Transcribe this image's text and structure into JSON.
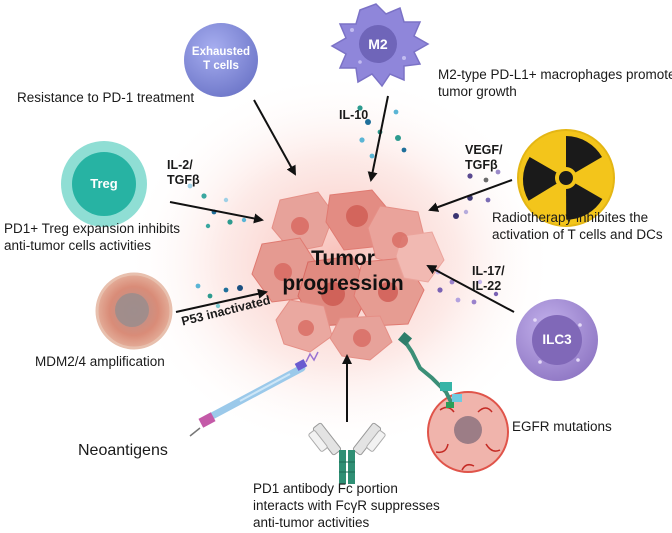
{
  "center": {
    "title_line1": "Tumor",
    "title_line2": "progression"
  },
  "cells": {
    "exhausted_t_line1": "Exhausted",
    "exhausted_t_line2": "T cells",
    "m2": "M2",
    "treg": "Treg",
    "ilc3": "ILC3"
  },
  "molecules": {
    "il10": "IL-10",
    "il2_line1": "IL-2/",
    "il2_line2": "TGFβ",
    "vegf_line1": "VEGF/",
    "vegf_line2": "TGFβ",
    "il17_line1": "IL-17/",
    "il17_line2": "IL-22",
    "p53": "P53 inactivated"
  },
  "captions": {
    "resistance": "Resistance to PD-1 treatment",
    "m2_line1": "M2-type PD-L1+ macrophages promote",
    "m2_line2": "tumor growth",
    "treg_line1": "PD1+ Treg expansion inhibits",
    "treg_line2": "anti-tumor cells activities",
    "radio_line1": "Radiotherapy inhibites the",
    "radio_line2": "activation of T cells and DCs",
    "mdm2": "MDM2/4 amplification",
    "neoantigens": "Neoantigens",
    "egfr": "EGFR mutations",
    "pd1_line1": "PD1 antibody Fc portion",
    "pd1_line2": "interacts with FcγR suppresses",
    "pd1_line3": "anti-tumor activities"
  },
  "colors": {
    "tumor": "#e9938a",
    "tumor_dark": "#d86a62",
    "glow": "#f9c9c3",
    "exhausted": "#8a93dc",
    "m2": "#8d85d8",
    "treg": "#3dbfb0",
    "ilc3": "#9a82cc",
    "hazard_yellow": "#f3c51b",
    "arrow": "#111111"
  }
}
